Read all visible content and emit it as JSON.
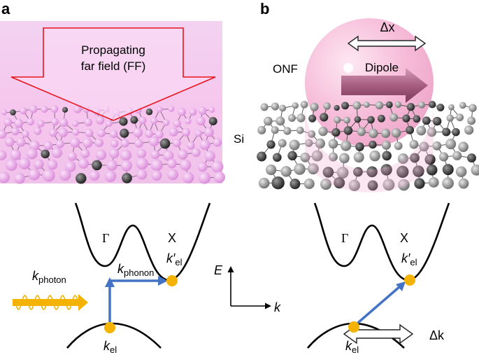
{
  "panel_a": {
    "label": "a",
    "ff_line1": "Propagating",
    "ff_line2": "far field (FF)",
    "gamma": "Γ",
    "x_valley": "X",
    "k_photon_main": "k",
    "k_photon_sub": "photon",
    "k_phonon_main": "k",
    "k_phonon_sub": "phonon",
    "k_el_prime_main": "k′",
    "k_el_prime_sub": "el",
    "k_el_main": "k",
    "k_el_sub": "el"
  },
  "panel_b": {
    "label": "b",
    "delta_x": "Δx",
    "dipole": "Dipole",
    "onf": "ONF",
    "si": "Si",
    "gamma": "Γ",
    "x_valley": "X",
    "k_el_prime_main": "k′",
    "k_el_prime_sub": "el",
    "k_el_main": "k",
    "k_el_sub": "el",
    "delta_k": "Δk"
  },
  "axes": {
    "e_label": "E",
    "k_label": "k"
  },
  "colors": {
    "arrow_blue": "#4472c4",
    "electron": "#f5b301",
    "far_field_outline": "#e8141c",
    "onf_sphere": "#f5b6d6",
    "dipole_arrow": "#a0587a",
    "photon_wave": "#f5b301"
  }
}
